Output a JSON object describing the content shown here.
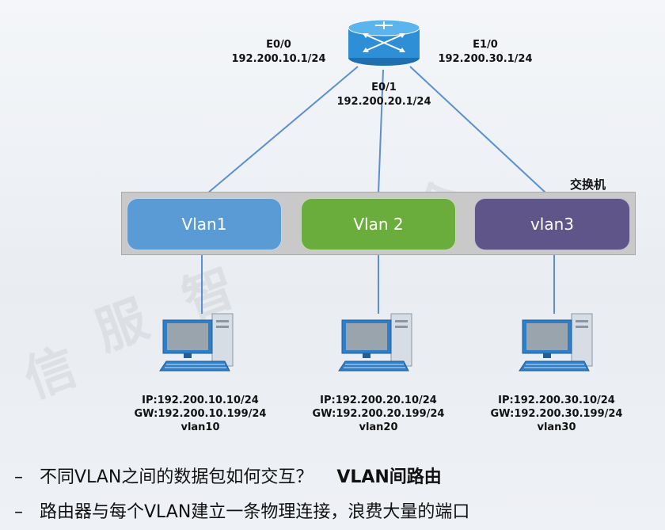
{
  "router": {
    "ports": [
      {
        "name": "E0/0",
        "ip": "192.200.10.1/24"
      },
      {
        "name": "E0/1",
        "ip": "192.200.20.1/24"
      },
      {
        "name": "E1/0",
        "ip": "192.200.30.1/24"
      }
    ]
  },
  "switch": {
    "label": "交换机",
    "vlans": [
      {
        "label": "Vlan1",
        "color": "#5b9bd5"
      },
      {
        "label": "Vlan 2",
        "color": "#6aad3d"
      },
      {
        "label": "vlan3",
        "color": "#5f5589"
      }
    ]
  },
  "hosts": [
    {
      "ip": "IP:192.200.10.10/24",
      "gw": "GW:192.200.10.199/24",
      "vlan": "vlan10"
    },
    {
      "ip": "IP:192.200.20.10/24",
      "gw": "GW:192.200.20.199/24",
      "vlan": "vlan20"
    },
    {
      "ip": "IP:192.200.30.10/24",
      "gw": "GW:192.200.30.199/24",
      "vlan": "vlan30"
    }
  ],
  "bullets": [
    {
      "dash": "–",
      "text": "不同VLAN之间的数据包如何交互？",
      "strong": "VLAN间路由"
    },
    {
      "dash": "–",
      "text": "路由器与每个VLAN建立一条物理连接，浪费大量的端口",
      "strong": ""
    }
  ]
}
